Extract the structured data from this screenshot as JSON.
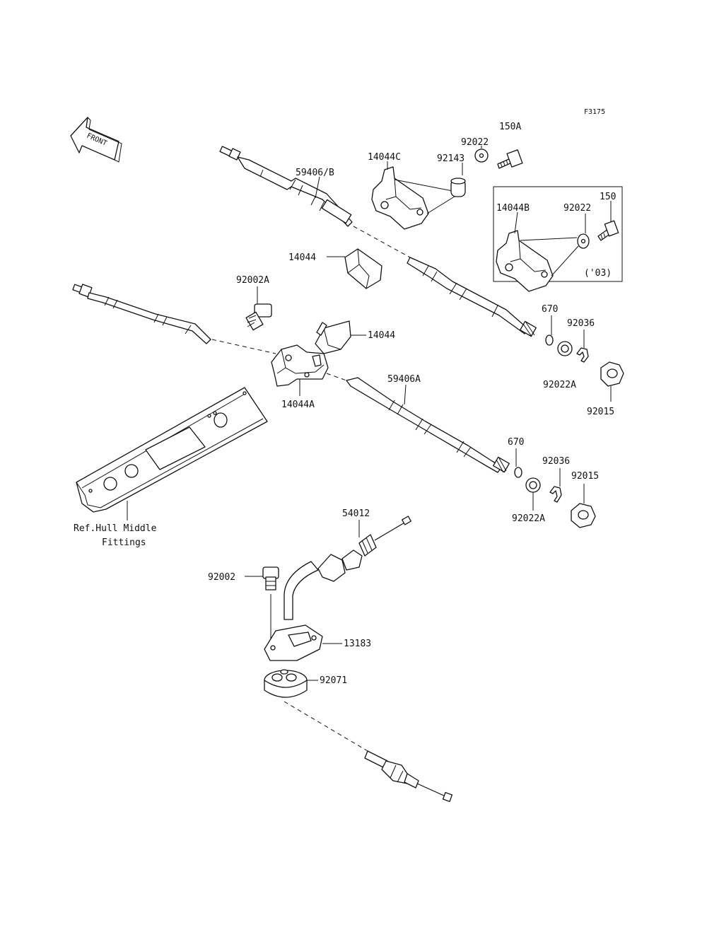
{
  "diagram_code": "F3175",
  "direction": "FRONT",
  "parts": {
    "p59406b": "59406/B",
    "p14044c": "14044C",
    "p92143": "92143",
    "p92022_top": "92022",
    "p150a": "150A",
    "p14044b": "14044B",
    "p92022_box": "92022",
    "p150": "150",
    "p03": "('03)",
    "p14044_upper": "14044",
    "p92002a": "92002A",
    "p14044_mid": "14044",
    "p670_upper": "670",
    "p92036_upper": "92036",
    "p92022a_upper": "92022A",
    "p92015_upper": "92015",
    "p14044a": "14044A",
    "p59406a": "59406A",
    "p670_lower": "670",
    "p92036_lower": "92036",
    "p92015_lower": "92015",
    "p92022a_lower": "92022A",
    "p54012": "54012",
    "p92002": "92002",
    "p13183": "13183",
    "p92071": "92071"
  },
  "reference": {
    "line1": "Ref.Hull Middle",
    "line2": "Fittings"
  }
}
